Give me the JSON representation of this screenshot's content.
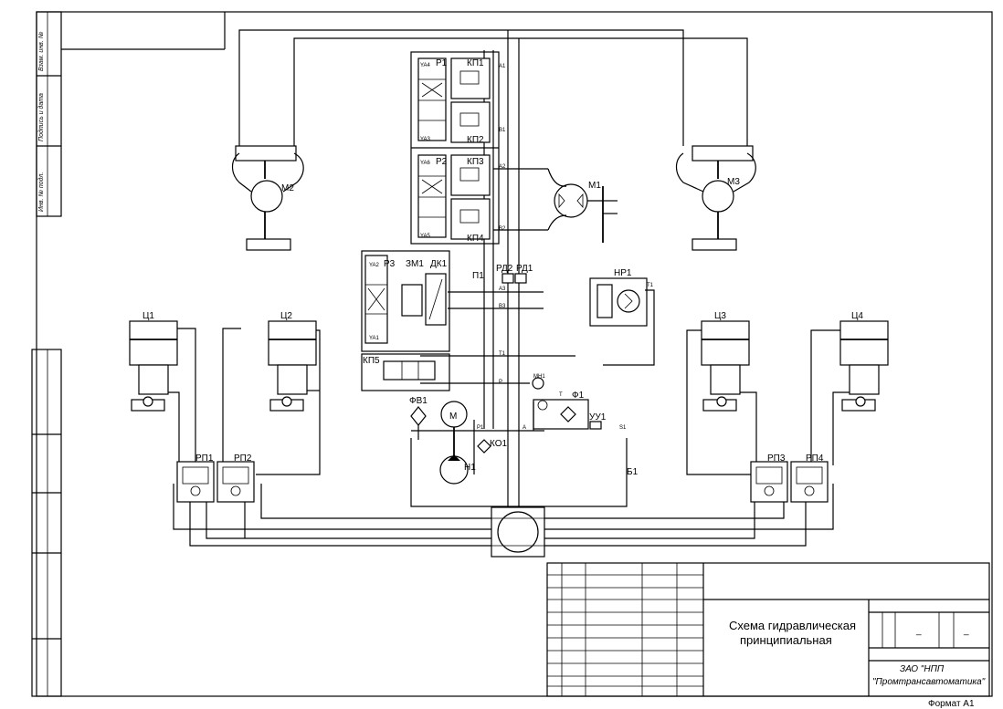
{
  "title_block": {
    "title_line1": "Схема гидравлическая",
    "title_line2": "принципиальная",
    "company_line1": "ЗАО  \"НПП",
    "company_line2": "\"Промтрансавтоматика\"",
    "format": "Формат  А1",
    "dash1": "_",
    "dash2": "_"
  },
  "side_stamp": {
    "field1": "Взам. инв. №",
    "field2": "Подпись и дата",
    "field3": "Инв. № подл."
  },
  "components": {
    "m1": "М1",
    "m2": "М2",
    "m3": "М3",
    "motor": "М",
    "c1": "Ц1",
    "c2": "Ц2",
    "c3": "Ц3",
    "c4": "Ц4",
    "p1": "Р1",
    "p2": "Р2",
    "p3": "Р3",
    "kp1": "КП1",
    "kp2": "КП2",
    "kp3": "КП3",
    "kp4": "КП4",
    "kp5": "КП5",
    "zm1": "ЗМ1",
    "dk1": "ДК1",
    "pn1": "П1",
    "rd1": "РД1",
    "rd2": "РД2",
    "np1": "НР1",
    "rp1": "РП1",
    "rp2": "РП2",
    "rp3": "РП3",
    "rp4": "РП4",
    "fv1": "ФВ1",
    "f1": "Ф1",
    "mn1": "МН1",
    "ko1": "КО1",
    "n1": "Н1",
    "b1": "Б1",
    "uu1": "УУ1"
  },
  "ports": {
    "a1": "А1",
    "b1": "В1",
    "a2": "А2",
    "b2": "В2",
    "a3": "А3",
    "b3": "В3",
    "t1": "Т1",
    "p1": "Р1",
    "p": "Р",
    "a": "А",
    "s1": "S1",
    "t": "Т",
    "ya1": "YA1",
    "ya2": "YA2",
    "ya3": "YA3",
    "ya4": "YA4",
    "ya5": "YA5",
    "ya6": "YA6"
  }
}
